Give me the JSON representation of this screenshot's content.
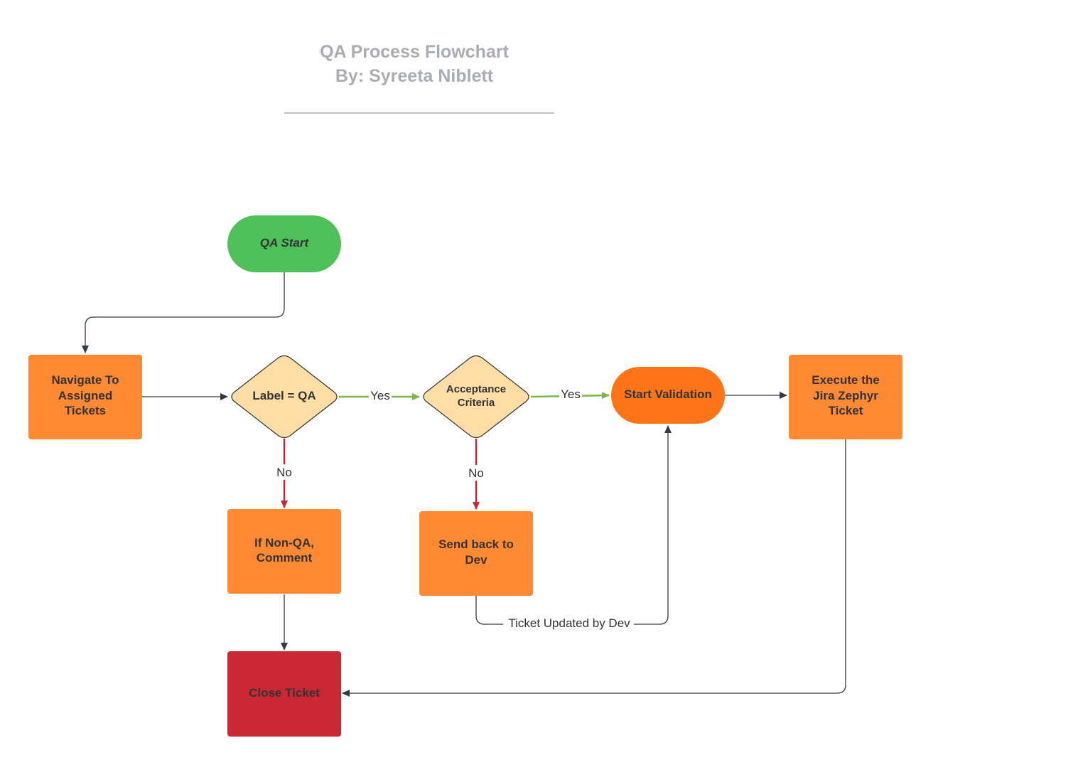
{
  "header": {
    "title": "QA Process Flowchart",
    "author": "By: Syreeta Niblett"
  },
  "colors": {
    "start": "#4fc15a",
    "process": "#ff8a33",
    "decision": "#ffdda6",
    "validation": "#ff7417",
    "close": "#cb2836",
    "edge_default": "#333a45",
    "edge_yes": "#7ab648",
    "edge_no": "#c72835"
  },
  "nodes": {
    "qa_start": {
      "label": "QA Start",
      "shape": "terminator"
    },
    "navigate": {
      "lines": [
        "Navigate To",
        "Assigned",
        "Tickets"
      ],
      "shape": "process"
    },
    "label_qa": {
      "label": "Label = QA",
      "shape": "decision"
    },
    "acceptance": {
      "lines": [
        "Acceptance",
        "Criteria"
      ],
      "shape": "decision"
    },
    "start_validation": {
      "label": "Start Validation",
      "shape": "terminator"
    },
    "execute": {
      "lines": [
        "Execute the",
        "Jira Zephyr",
        "Ticket"
      ],
      "shape": "process"
    },
    "non_qa": {
      "lines": [
        "If Non-QA,",
        "Comment"
      ],
      "shape": "process"
    },
    "send_back": {
      "lines": [
        "Send back to",
        "Dev"
      ],
      "shape": "process"
    },
    "close": {
      "label": "Close Ticket",
      "shape": "process"
    }
  },
  "edges": {
    "label_yes": "Yes",
    "acceptance_yes": "Yes",
    "label_no": "No",
    "acceptance_no": "No",
    "ticket_updated": "Ticket Updated by Dev"
  }
}
